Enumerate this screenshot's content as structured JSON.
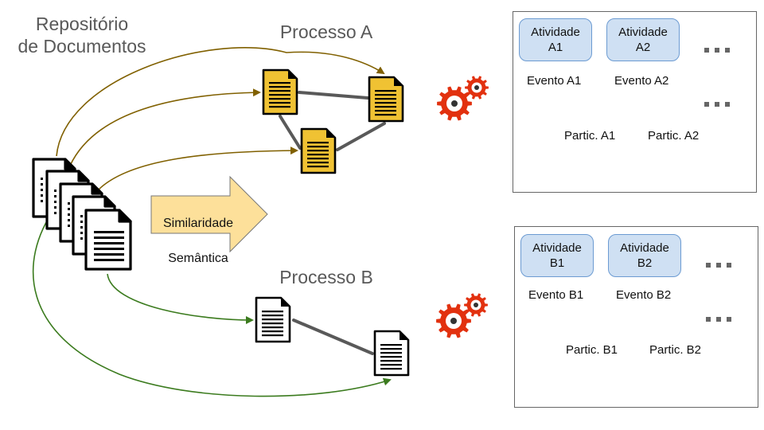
{
  "repository": {
    "title_line1": "Repositório",
    "title_line2": "de Documentos",
    "icon": "document-stack-icon"
  },
  "similarity_arrow": {
    "label_line1": "Similaridade",
    "label_line2": "Semântica",
    "fill": "#fde09a",
    "stroke": "#777777"
  },
  "process_a": {
    "title": "Processo A",
    "document_color": "#f0c233",
    "arrow_color": "#806000",
    "gear_color": "#e2310f",
    "panel": {
      "activities": [
        "Atividade\nA1",
        "Atividade\nA2"
      ],
      "events": [
        "Evento A1",
        "Evento A2"
      ],
      "participants": [
        "Partic. A1",
        "Partic. A2"
      ],
      "more_indicator": "..."
    }
  },
  "process_b": {
    "title": "Processo B",
    "document_color": "#ffffff",
    "arrow_color": "#3b7b1e",
    "gear_color": "#e2310f",
    "panel": {
      "activities": [
        "Atividade\nB1",
        "Atividade\nB2"
      ],
      "events": [
        "Evento B1",
        "Evento B2"
      ],
      "participants": [
        "Partic. B1",
        "Partic. B2"
      ],
      "more_indicator": "..."
    }
  },
  "colors": {
    "activity_fill": "#cfe0f3",
    "activity_border": "#6c9bd2",
    "event_fill": "#d9ead3",
    "event_border": "#4a8a2e",
    "connector": "#595959"
  }
}
